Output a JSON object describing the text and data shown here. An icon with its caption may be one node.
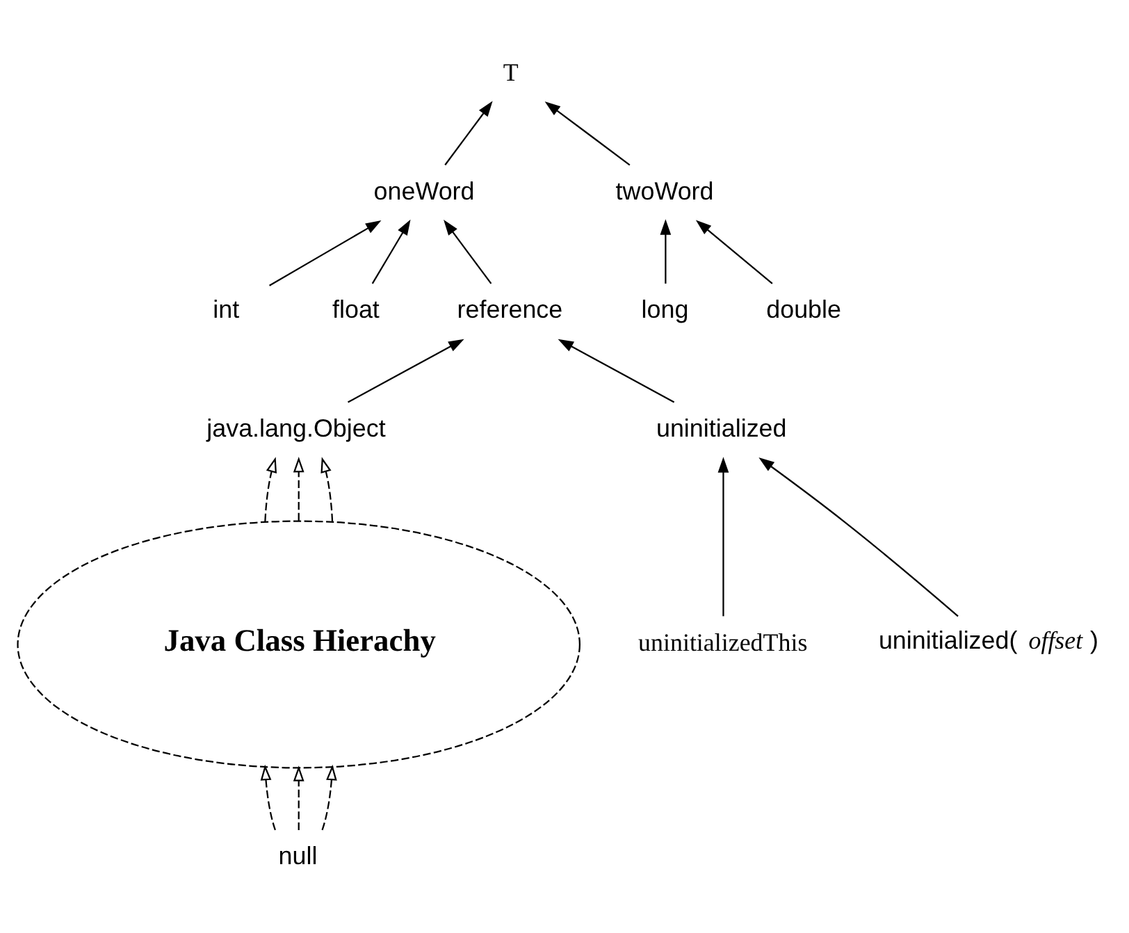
{
  "diagram": {
    "nodes": [
      {
        "text": [
          "T"
        ]
      },
      {
        "text": [
          "oneWord"
        ]
      },
      {
        "text": [
          "twoWord"
        ]
      },
      {
        "text": [
          "int"
        ]
      },
      {
        "text": [
          "float"
        ]
      },
      {
        "text": [
          "reference"
        ]
      },
      {
        "text": [
          "long"
        ]
      },
      {
        "text": [
          "double"
        ]
      },
      {
        "text": [
          "java.lang.Object"
        ]
      },
      {
        "text": [
          "uninitialized"
        ]
      },
      {
        "text": [
          "Java Class Hierachy"
        ]
      },
      {
        "text": [
          "uninitializedThis"
        ]
      },
      {
        "text": [
          "uninitialized( *offset* )"
        ]
      },
      {
        "text": [
          "null"
        ]
      }
    ],
    "edges": [
      {
        "from": 1,
        "to": 0,
        "arrow": "to"
      },
      {
        "from": 2,
        "to": 0,
        "arrow": "to"
      },
      {
        "from": 3,
        "to": 1,
        "arrow": "to"
      },
      {
        "from": 4,
        "to": 1,
        "arrow": "to"
      },
      {
        "from": 5,
        "to": 1,
        "arrow": "to"
      },
      {
        "from": 6,
        "to": 2,
        "arrow": "to"
      },
      {
        "from": 7,
        "to": 2,
        "arrow": "to"
      },
      {
        "from": 9,
        "to": 5,
        "arrow": "to"
      },
      {
        "from": 8,
        "to": 5,
        "arrow": "to"
      },
      {
        "from": 10,
        "to": 8,
        "arrow": "to",
        "style": "dashed"
      },
      {
        "from": 10,
        "to": 8,
        "arrow": "to",
        "style": "dashed"
      },
      {
        "from": 10,
        "to": 8,
        "arrow": "to",
        "style": "dashed"
      },
      {
        "from": 11,
        "to": 9,
        "arrow": "to"
      },
      {
        "from": 12,
        "to": 9,
        "arrow": "to"
      },
      {
        "from": 13,
        "to": 10,
        "arrow": "to",
        "style": "dashed"
      },
      {
        "from": 13,
        "to": 10,
        "arrow": "to",
        "style": "dashed"
      },
      {
        "from": 13,
        "to": 10,
        "arrow": "to",
        "style": "dashed"
      }
    ]
  }
}
